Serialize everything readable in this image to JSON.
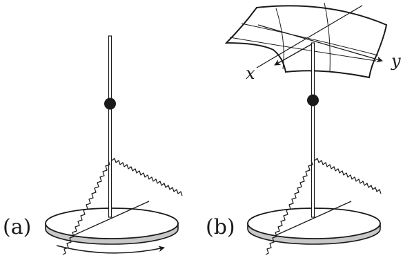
{
  "figure": {
    "panel_a": {
      "label": "(a)"
    },
    "panel_b": {
      "label": "(b)",
      "axis_x": "x",
      "axis_y": "y"
    }
  }
}
